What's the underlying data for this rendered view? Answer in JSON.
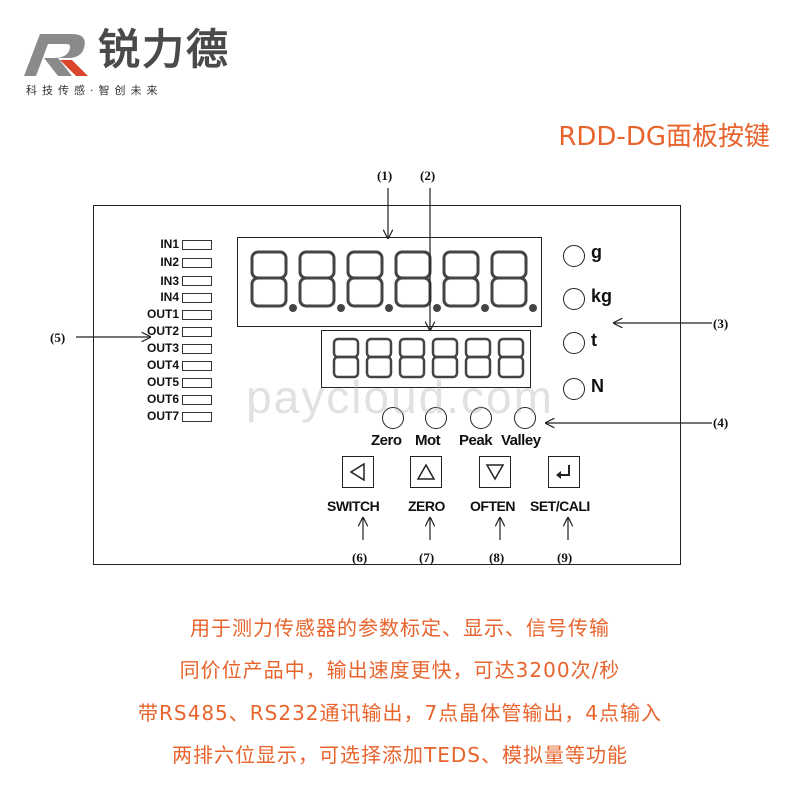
{
  "brand": {
    "name": "锐力德",
    "slogan": "科技传感·智创未来"
  },
  "panel_title": "RDD-DG面板按键",
  "io_indicators": [
    "IN1",
    "IN2",
    "IN3",
    "IN4",
    "OUT1",
    "OUT2",
    "OUT3",
    "OUT4",
    "OUT5",
    "OUT6",
    "OUT7"
  ],
  "units": [
    "g",
    "kg",
    "t",
    "N"
  ],
  "status_lights": [
    "Zero",
    "Mot",
    "Peak",
    "Valley"
  ],
  "keys": [
    {
      "label": "SWITCH",
      "icon": "left-triangle-icon"
    },
    {
      "label": "ZERO",
      "icon": "up-triangle-icon"
    },
    {
      "label": "OFTEN",
      "icon": "down-triangle-icon"
    },
    {
      "label": "SET/CALI",
      "icon": "enter-icon"
    }
  ],
  "callouts": {
    "c1": "(1)",
    "c2": "(2)",
    "c3": "(3)",
    "c4": "(4)",
    "c5": "(5)",
    "c6": "(6)",
    "c7": "(7)",
    "c8": "(8)",
    "c9": "(9)"
  },
  "descriptions": [
    "用于测力传感器的参数标定、显示、信号传输",
    "同价位产品中，输出速度更快，可达3200次/秒",
    "带RS485、RS232通讯输出，7点晶体管输出，4点输入",
    "两排六位显示，可选择添加TEDS、模拟量等功能"
  ],
  "watermark": "paycloud.com",
  "colors": {
    "accent": "#e8642c",
    "logo_red": "#d9462b",
    "logo_gray": "#8a8a8a",
    "segment": "#444444"
  }
}
